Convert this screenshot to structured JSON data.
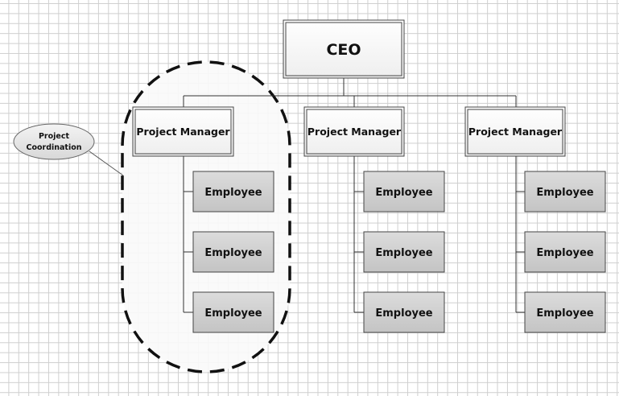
{
  "ceo": {
    "label": "CEO"
  },
  "managers": [
    {
      "label": "Project Manager",
      "employees": [
        "Employee",
        "Employee",
        "Employee"
      ]
    },
    {
      "label": "Project Manager",
      "employees": [
        "Employee",
        "Employee",
        "Employee"
      ]
    },
    {
      "label": "Project Manager",
      "employees": [
        "Employee",
        "Employee",
        "Employee"
      ]
    }
  ],
  "callout": {
    "line1": "Project",
    "line2": "Coordination"
  },
  "colors": {
    "employee_fill": "#d0d0d0",
    "manager_fill": "#f8f8f8",
    "grid": "#cfcfcf"
  }
}
